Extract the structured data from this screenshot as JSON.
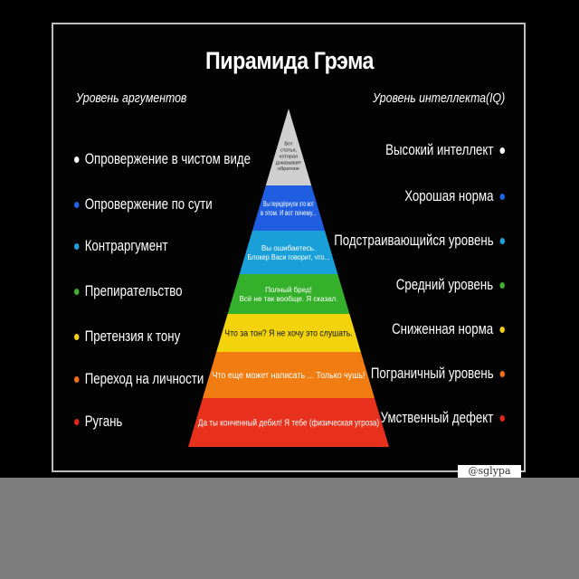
{
  "title": "Пирамида Грэма",
  "left_heading": "Уровень аргументов",
  "right_heading": "Уровень интеллекта(IQ)",
  "arguments": [
    "Опровержение в чистом виде",
    "Опровержение по сути",
    "Контраргумент",
    "Препирательство",
    "Претензия к тону",
    "Переход на личности",
    "Ругань"
  ],
  "intelligence": [
    "Высокий интеллект",
    "Хорошая норма",
    "Подстраивающийся уровень",
    "Средний уровень",
    "Сниженная норма",
    "Пограничный уровень",
    "Умственный дефект"
  ],
  "dot_colors": [
    "#ffffff",
    "#1e64e6",
    "#22a0dc",
    "#40b030",
    "#f0d010",
    "#f07018",
    "#e02818"
  ],
  "layers": [
    {
      "color": "#cfcfcf",
      "text_color": "#222222",
      "lines": [
        "Вот",
        "статья,",
        "которая",
        "доказывает",
        "обратное"
      ]
    },
    {
      "color": "#1f5ee0",
      "text_color": "#ffffff",
      "lines": [
        "Вы передёрнули это вот",
        "в этом. И вот почему..."
      ]
    },
    {
      "color": "#1aa0d8",
      "text_color": "#ffffff",
      "lines": [
        "Вы ошибаетесь.",
        "Блокер Васи говорит, что..."
      ]
    },
    {
      "color": "#35b02a",
      "text_color": "#ffffff",
      "lines": [
        "Полный бред!",
        "Всё не так вообще. Я сказал."
      ]
    },
    {
      "color": "#f3d40c",
      "text_color": "#111111",
      "lines": [
        "Что за тон? Я не хочу это слушать."
      ]
    },
    {
      "color": "#f07c12",
      "text_color": "#ffffff",
      "lines": [
        "Что еще может написать ... Только чушь!"
      ]
    },
    {
      "color": "#e8311c",
      "text_color": "#ffffff",
      "lines": [
        "Да ты конченный дебил! Я тебе (физическая угроза)"
      ]
    }
  ],
  "watermark": "@sglypa"
}
